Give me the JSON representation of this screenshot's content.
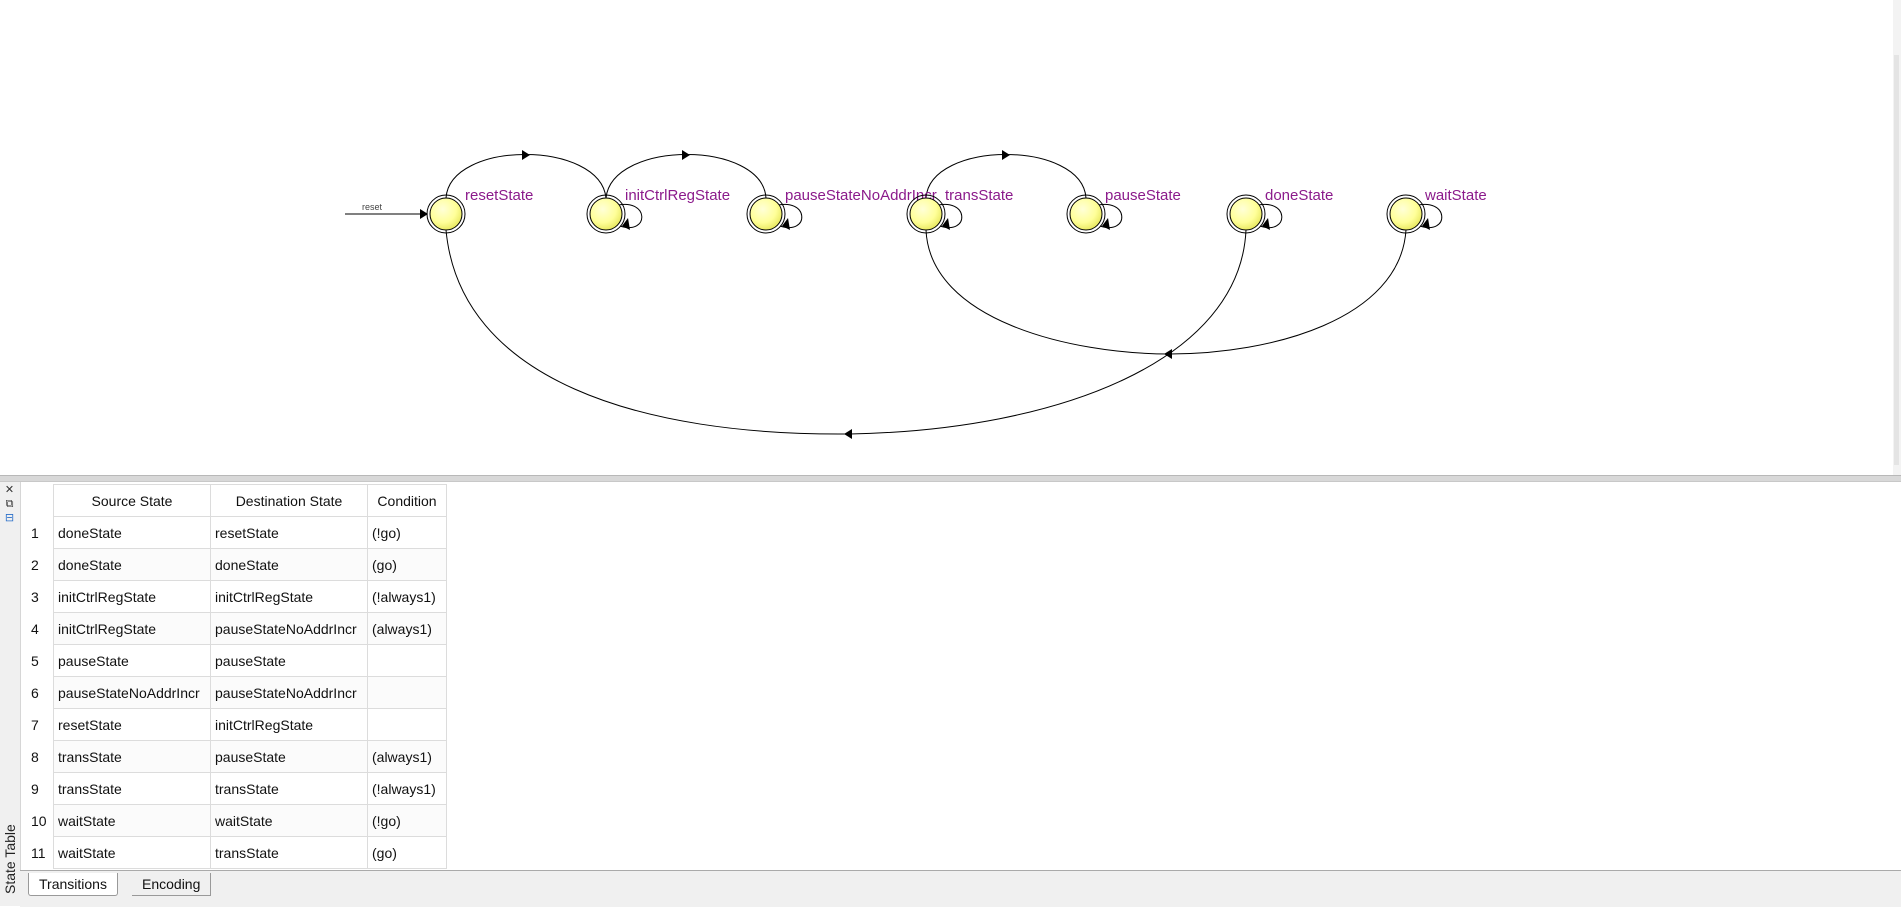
{
  "diagram": {
    "reset_label": "reset",
    "states": [
      {
        "name": "resetState"
      },
      {
        "name": "initCtrlRegState"
      },
      {
        "name": "pauseStateNoAddrIncr"
      },
      {
        "name": "transState"
      },
      {
        "name": "pauseState"
      },
      {
        "name": "doneState"
      },
      {
        "name": "waitState"
      }
    ],
    "colors": {
      "state_fill": "#ffff99",
      "label": "#8b1a8b",
      "edge": "#000000"
    }
  },
  "panel": {
    "title": "State Table",
    "close_icon": "close-icon",
    "float_icon": "restore-window-icon",
    "pin_icon": "pin-icon"
  },
  "table": {
    "headers": [
      "Source State",
      "Destination State",
      "Condition"
    ],
    "rows": [
      {
        "num": "1",
        "source": "doneState",
        "dest": "resetState",
        "cond": "(!go)"
      },
      {
        "num": "2",
        "source": "doneState",
        "dest": "doneState",
        "cond": "(go)"
      },
      {
        "num": "3",
        "source": "initCtrlRegState",
        "dest": "initCtrlRegState",
        "cond": "(!always1)"
      },
      {
        "num": "4",
        "source": "initCtrlRegState",
        "dest": "pauseStateNoAddrIncr",
        "cond": "(always1)"
      },
      {
        "num": "5",
        "source": "pauseState",
        "dest": "pauseState",
        "cond": ""
      },
      {
        "num": "6",
        "source": "pauseStateNoAddrIncr",
        "dest": "pauseStateNoAddrIncr",
        "cond": ""
      },
      {
        "num": "7",
        "source": "resetState",
        "dest": "initCtrlRegState",
        "cond": ""
      },
      {
        "num": "8",
        "source": "transState",
        "dest": "pauseState",
        "cond": "(always1)"
      },
      {
        "num": "9",
        "source": "transState",
        "dest": "transState",
        "cond": "(!always1)"
      },
      {
        "num": "10",
        "source": "waitState",
        "dest": "waitState",
        "cond": "(!go)"
      },
      {
        "num": "11",
        "source": "waitState",
        "dest": "transState",
        "cond": "(go)"
      }
    ]
  },
  "tabs": {
    "transitions": "Transitions",
    "encoding": "Encoding"
  }
}
